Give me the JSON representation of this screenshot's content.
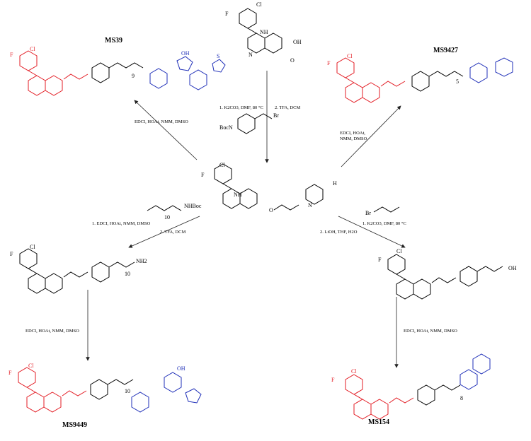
{
  "compounds": {
    "ms39": "MS39",
    "ms9427": "MS9427",
    "ms9449": "MS9449",
    "ms154": "MS154"
  },
  "atoms": {
    "cl": "Cl",
    "f": "F",
    "nh": "NH",
    "n": "N",
    "o": "O",
    "oh": "OH",
    "h": "H",
    "s": "S",
    "nh2": "NH2",
    "br": "Br",
    "boc_n": "BocN",
    "nhboc": "NHBoc"
  },
  "subscripts": {
    "n9": "9",
    "n5": "5",
    "n10": "10",
    "n8": "8"
  },
  "reagents": {
    "top_step1": "1. K2CO3, DMF, 80 °C",
    "top_step2": "2. TFA, DCM",
    "ms39_coupling": "EDCI, HOAt, NMM, DMSO",
    "ms9427_coupling": "EDCI, HOAt,\nNMM, DMSO",
    "ms9427_coupling_l1": "EDCI, HOAt,",
    "ms9427_coupling_l2": "NMM, DMSO",
    "left_step1": "1. EDCI, HOAt, NMM, DMSO",
    "left_step2": "2. TFA, DCM",
    "right_step1": "1. K2CO3, DMF, 80 °C",
    "right_step2": "2. LiOH, THF, H2O",
    "ms9449_coupling": "EDCI, HOAt, NMM, DMSO",
    "ms154_coupling": "EDCI, HOAt, NMM, DMSO"
  }
}
